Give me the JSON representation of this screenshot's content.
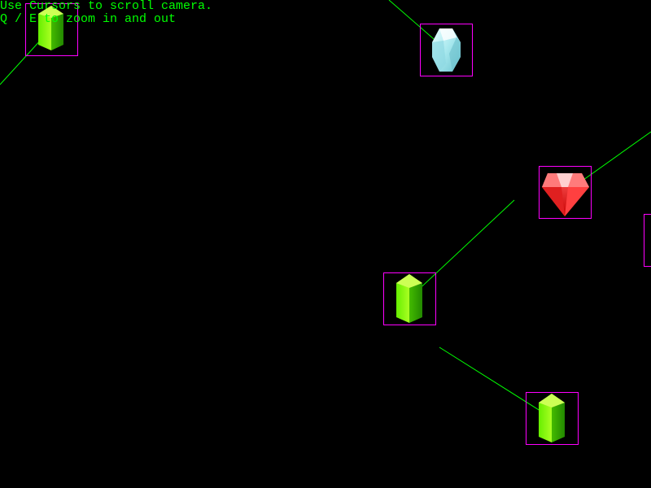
{
  "help": {
    "line1": "Use Cursors to scroll camera.",
    "line2": "Q / E to zoom in and out"
  },
  "colors": {
    "background": "#000000",
    "text": "#00ff00",
    "selection_box": "#ff00ff",
    "velocity_line": "#00ff00"
  },
  "sprites": [
    {
      "type": "green-crystal"
    },
    {
      "type": "diamond"
    },
    {
      "type": "ruby"
    },
    {
      "type": "green-crystal"
    },
    {
      "type": "green-crystal"
    },
    {
      "type": "offscreen-object"
    }
  ]
}
